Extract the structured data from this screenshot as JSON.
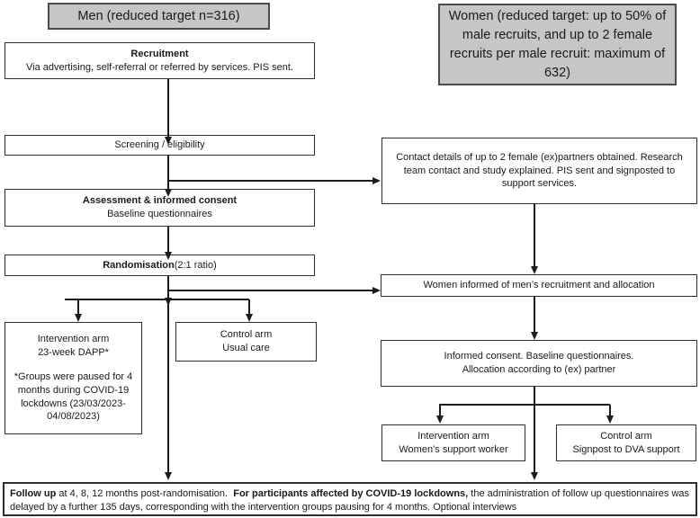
{
  "colors": {
    "target_box_fill": "#c6c6c6",
    "target_box_border": "#4b4b4b",
    "box_border": "#2e2e2e",
    "arrow": "#1c1c1c",
    "text": "#1a1a1a",
    "background": "#ffffff"
  },
  "targets": {
    "men": "Men (reduced target n=316)",
    "women": "Women (reduced target: up to 50% of male recruits, and up to 2 female recruits per male recruit: maximum of 632)"
  },
  "men_pathway": {
    "recruitment": {
      "title": "Recruitment",
      "body": "Via advertising, self-referral or referred by services. PIS sent."
    },
    "screening": {
      "label": "Screening / eligibility"
    },
    "assessment": {
      "title": "Assessment & informed consent",
      "body": "Baseline questionnaires"
    },
    "randomisation": {
      "bold": "Randomisation",
      "rest": " (2:1 ratio)"
    },
    "intervention_arm": {
      "line1": "Intervention arm",
      "line2": "23-week DAPP*",
      "note": "*Groups were paused for 4 months during COVID-19 lockdowns (23/03/2023-04/08/2023)"
    },
    "control_arm": {
      "line1": "Control arm",
      "line2": "Usual care"
    }
  },
  "women_pathway": {
    "contact": {
      "body": "Contact details of up to 2 female (ex)partners obtained. Research team contact and study explained. PIS sent and signposted to support services."
    },
    "informed": {
      "label": "Women informed of men’s recruitment and allocation"
    },
    "consent": {
      "line1": "Informed consent. Baseline questionnaires.",
      "line2": "Allocation according to (ex) partner"
    },
    "intervention_arm": {
      "line1": "Intervention arm",
      "line2": "Women’s support worker"
    },
    "control_arm": {
      "line1": "Control arm",
      "line2": "Signpost to DVA support"
    }
  },
  "followup": {
    "segments": [
      {
        "text": "Follow up",
        "bold": true
      },
      {
        "text": " at 4, 8, 12 months post-randomisation.  ",
        "bold": false
      },
      {
        "text": "For participants affected by COVID-19 lockdowns,",
        "bold": true
      },
      {
        "text": " the administration of follow up questionnaires was delayed by a further 135 days, corresponding with the intervention groups pausing for 4 months. Optional interviews",
        "bold": false
      }
    ]
  }
}
